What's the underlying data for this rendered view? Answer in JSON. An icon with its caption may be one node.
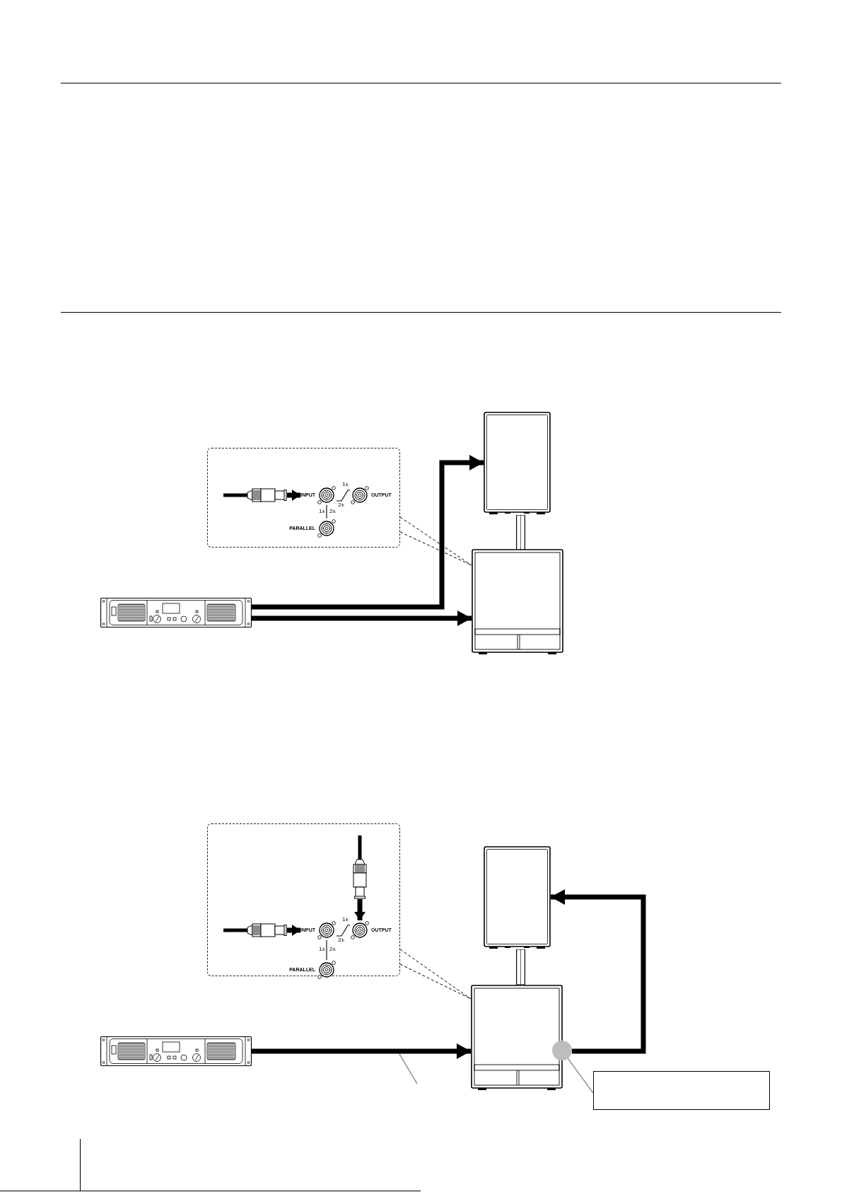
{
  "diagram": {
    "nodes": [
      {
        "text": [],
        "shape": "box"
      },
      {
        "text": [],
        "shape": "picture",
        "in": 0
      },
      {
        "text": [
          "INPUT"
        ],
        "in": 0
      },
      {
        "text": [
          "OUTPUT"
        ],
        "in": 0
      },
      {
        "text": [
          "PARALLEL"
        ],
        "in": 0
      },
      {
        "text": [],
        "shape": "picture"
      },
      {
        "text": [],
        "shape": "picture"
      },
      {
        "text": [],
        "shape": "picture"
      },
      {
        "text": [],
        "shape": "box"
      },
      {
        "text": [],
        "shape": "picture",
        "in": 8
      },
      {
        "text": [],
        "shape": "picture",
        "in": 8
      },
      {
        "text": [
          "INPUT"
        ],
        "in": 8
      },
      {
        "text": [
          "OUTPUT"
        ],
        "in": 8
      },
      {
        "text": [
          "PARALLEL"
        ],
        "in": 8
      },
      {
        "text": [],
        "shape": "picture"
      },
      {
        "text": [],
        "shape": "picture"
      },
      {
        "text": [],
        "shape": "picture"
      },
      {
        "text": [],
        "shape": "circle"
      },
      {
        "text": [],
        "shape": "box"
      }
    ],
    "edges": [
      {
        "from": 1,
        "to": 2,
        "arrow": "to",
        "style": "thick"
      },
      {
        "from": 2,
        "to": 3,
        "arrow": "none"
      },
      {
        "from": 2,
        "to": 4,
        "arrow": "none"
      },
      {
        "from": 0,
        "to": 7,
        "arrow": "none",
        "style": "dashed"
      },
      {
        "from": 5,
        "to": 6,
        "arrow": "to",
        "style": "thick"
      },
      {
        "from": 5,
        "to": 7,
        "arrow": "to",
        "style": "thick"
      },
      {
        "from": 10,
        "to": 11,
        "arrow": "to",
        "style": "thick"
      },
      {
        "from": 9,
        "to": 12,
        "arrow": "to",
        "style": "thick"
      },
      {
        "from": 11,
        "to": 12,
        "arrow": "none"
      },
      {
        "from": 11,
        "to": 13,
        "arrow": "none"
      },
      {
        "from": 8,
        "to": 16,
        "arrow": "none",
        "style": "dashed"
      },
      {
        "from": 14,
        "to": 16,
        "arrow": "to",
        "style": "thick"
      },
      {
        "from": 17,
        "to": 15,
        "arrow": "to",
        "style": "thick"
      },
      {
        "from": 18,
        "to": 17,
        "arrow": "none",
        "color": "#999999"
      }
    ],
    "labels": [
      "1±",
      "2±",
      "1±",
      "2±",
      "1±",
      "2±",
      "1±",
      "2±"
    ]
  }
}
